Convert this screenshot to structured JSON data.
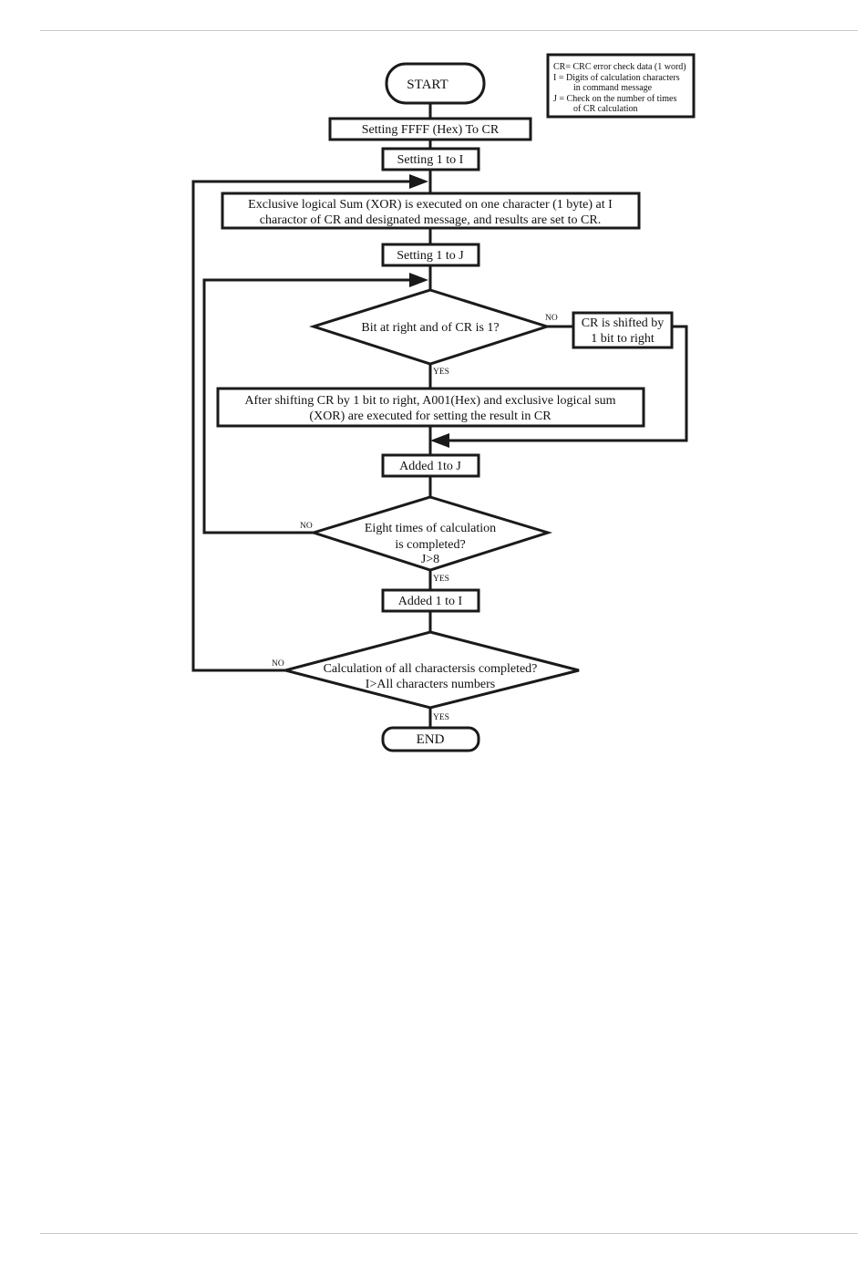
{
  "legend": {
    "line1": "CR= CRC error check data (1 word)",
    "line2": "I    = Digits of calculation characters",
    "line3": "in command message",
    "line4": "J    = Check on the number of times",
    "line5": "of CR calculation"
  },
  "flow": {
    "start": "START",
    "set_cr": "Setting FFFF (Hex) To CR",
    "set_i": "Setting 1 to I",
    "xor_line1": "Exclusive logical Sum (XOR) is executed on one character (1 byte) at I",
    "xor_line2": "charactor of CR and designated message, and results are set to CR.",
    "set_j": "Setting 1 to J",
    "decision_bit": "Bit at right and of CR is 1?",
    "shift_line1": "CR is shifted by",
    "shift_line2": "1 bit to right",
    "after_shift_line1": "After shifting CR by 1 bit to right, A001(Hex) and exclusive logical sum",
    "after_shift_line2": "(XOR) are executed for setting the result in CR",
    "add_j": "Added 1to J",
    "decision_eight_line1": "Eight times of calculation",
    "decision_eight_line2": "is completed?",
    "decision_eight_line3": "J>8",
    "add_i": "Added 1 to I",
    "decision_all_line1": "Calculation of all charactersis completed?",
    "decision_all_line2": "I>All characters numbers",
    "end": "END"
  },
  "labels": {
    "no1": "NO",
    "yes1": "YES",
    "no2": "NO",
    "yes2": "YES",
    "no3": "NO",
    "yes3": "YES"
  }
}
